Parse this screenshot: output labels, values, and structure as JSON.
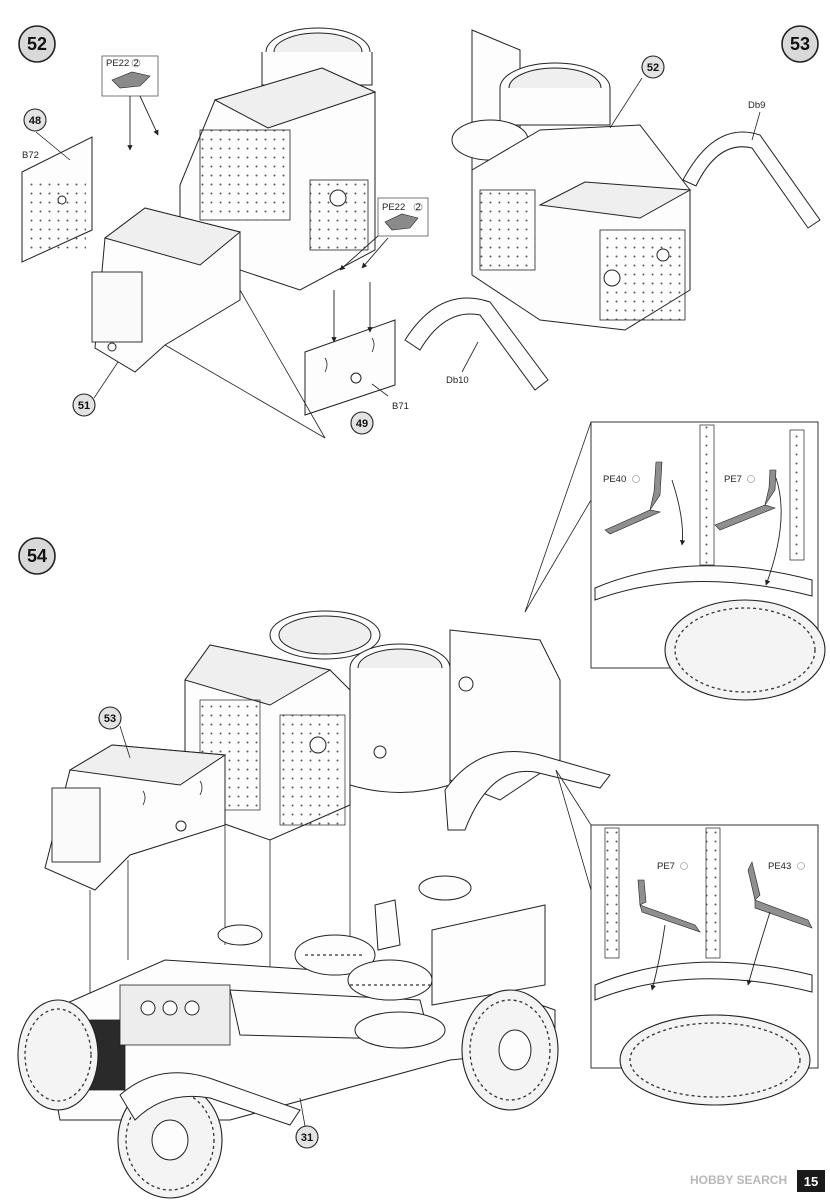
{
  "steps": {
    "s52": {
      "number": "52"
    },
    "s53": {
      "number": "53"
    },
    "s54": {
      "number": "54"
    }
  },
  "callouts": {
    "c48": "48",
    "c51": "51",
    "c49": "49",
    "c52": "52",
    "c53": "53",
    "c31": "31"
  },
  "part_labels": {
    "pe22_a": "PE22",
    "pe22_a_qty": "2",
    "pe22_b": "PE22",
    "pe22_b_qty": "2",
    "b72": "B72",
    "b71": "B71",
    "db9": "Db9",
    "db10": "Db10",
    "pe40": "PE40",
    "pe7_top": "PE7",
    "pe7_bottom": "PE7",
    "pe43": "PE43"
  },
  "footer": {
    "watermark": "HOBBY SEARCH",
    "page_number": "15"
  }
}
